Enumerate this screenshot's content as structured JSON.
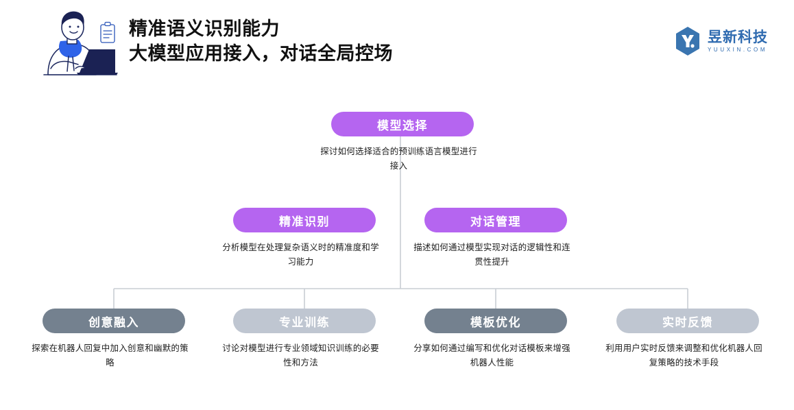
{
  "header": {
    "title_lines": [
      "精准语义识别能力",
      "大模型应用接入，对话全局控场"
    ],
    "illustration_name": "person-with-laptop-illustration",
    "brand": {
      "mark": "hexagon-y-logo",
      "name": "昱新科技",
      "domain": "YUUXIN.COM",
      "color": "#2f6bb0"
    }
  },
  "colors": {
    "purple": "#b565f0",
    "gray_dark": "#74818f",
    "gray_light": "#bfc6d1",
    "connector": "#c8cdd4",
    "text": "#1d1d1d"
  },
  "diagram": {
    "type": "tree",
    "nodes": [
      {
        "id": "root",
        "title": "模型选择",
        "desc": "探讨如何选择适合的预训练语言模型进行接入",
        "color": "#b565f0",
        "level": 1
      },
      {
        "id": "precise",
        "title": "精准识别",
        "desc": "分析模型在处理复杂语义时的精准度和学习能力",
        "color": "#b565f0",
        "level": 2
      },
      {
        "id": "dialogue",
        "title": "对话管理",
        "desc": "描述如何通过模型实现对话的逻辑性和连贯性提升",
        "color": "#b565f0",
        "level": 2
      },
      {
        "id": "creative",
        "title": "创意融入",
        "desc": "探索在机器人回复中加入创意和幽默的策略",
        "color": "#74818f",
        "level": 3
      },
      {
        "id": "training",
        "title": "专业训练",
        "desc": "讨论对模型进行专业领域知识训练的必要性和方法",
        "color": "#bfc6d1",
        "level": 3
      },
      {
        "id": "template",
        "title": "模板优化",
        "desc": "分享如何通过编写和优化对话模板来增强机器人性能",
        "color": "#74818f",
        "level": 3
      },
      {
        "id": "feedback",
        "title": "实时反馈",
        "desc": "利用用户实时反馈来调整和优化机器人回复策略的技术手段",
        "color": "#bfc6d1",
        "level": 3
      }
    ]
  }
}
